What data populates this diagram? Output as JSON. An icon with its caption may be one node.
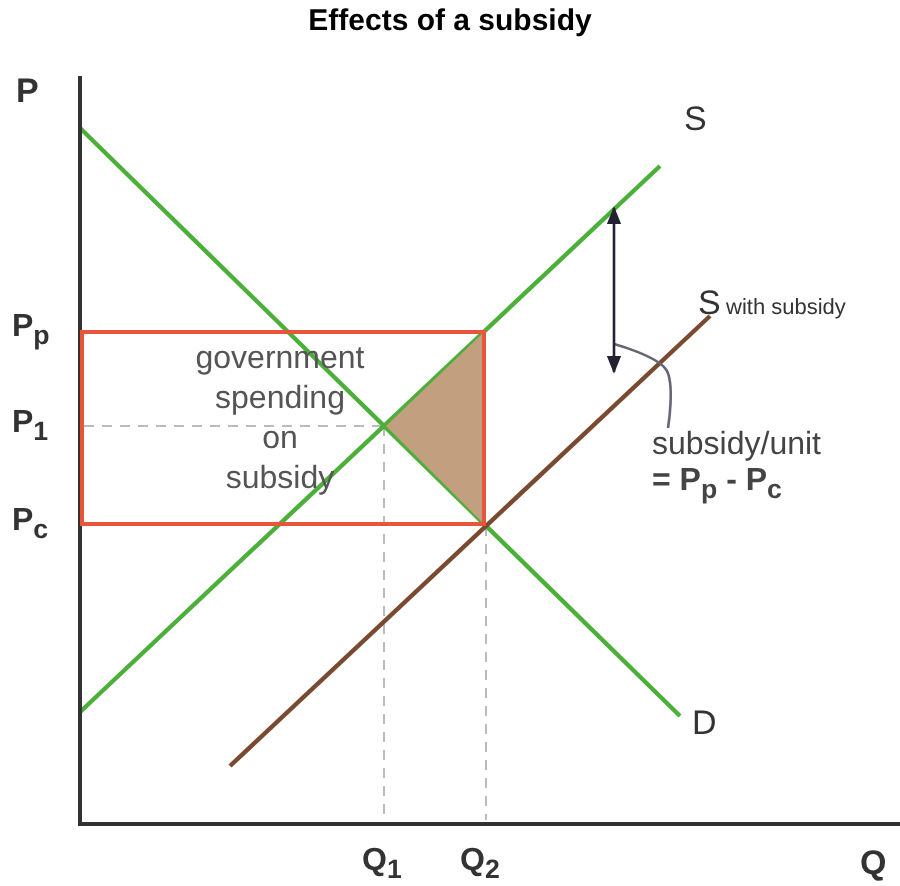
{
  "diagram": {
    "title": "Effects of a subsidy",
    "nodes": [
      {
        "text": [
          "government spending on subsidy"
        ]
      },
      {
        "text": [
          "subsidy/unit",
          "= P$_{p}$ - P$_{c}$"
        ]
      },
      {
        "text": [],
        "shape": "triangle",
        "in": 0
      },
      {
        "text": [],
        "shape": "arrow"
      }
    ],
    "edges": [
      {
        "from": 1,
        "to": 3,
        "arrow": "none"
      }
    ],
    "labels": [
      "P",
      "P$_{p}$",
      "P$_{1}$",
      "P$_{c}$",
      "S",
      "S",
      "with subsidy",
      "D",
      "Q$_{1}$",
      "Q$_{2}$",
      "Q"
    ]
  }
}
